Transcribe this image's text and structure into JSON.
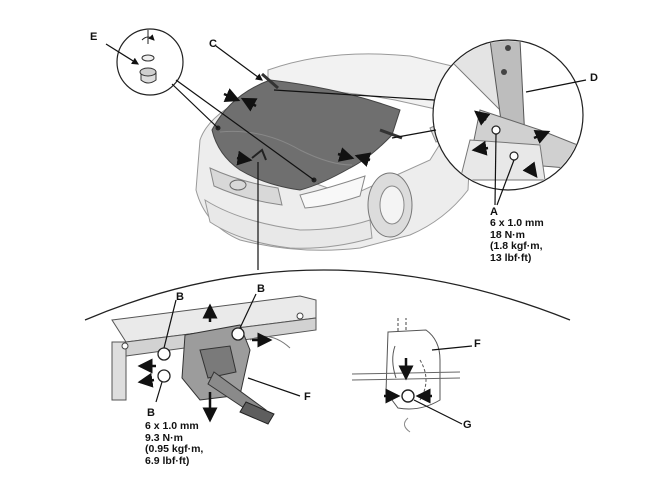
{
  "callouts": {
    "A": "A",
    "B": "B",
    "C": "C",
    "D": "D",
    "E": "E",
    "F": "F",
    "G": "G"
  },
  "specs": {
    "A": [
      "6 x 1.0 mm",
      "18 N·m",
      "(1.8 kgf·m,",
      "13 lbf·ft)"
    ],
    "B": [
      "6 x 1.0 mm",
      "9.3 N·m",
      "(0.95 kgf·m,",
      "6.9 lbf·ft)"
    ]
  }
}
